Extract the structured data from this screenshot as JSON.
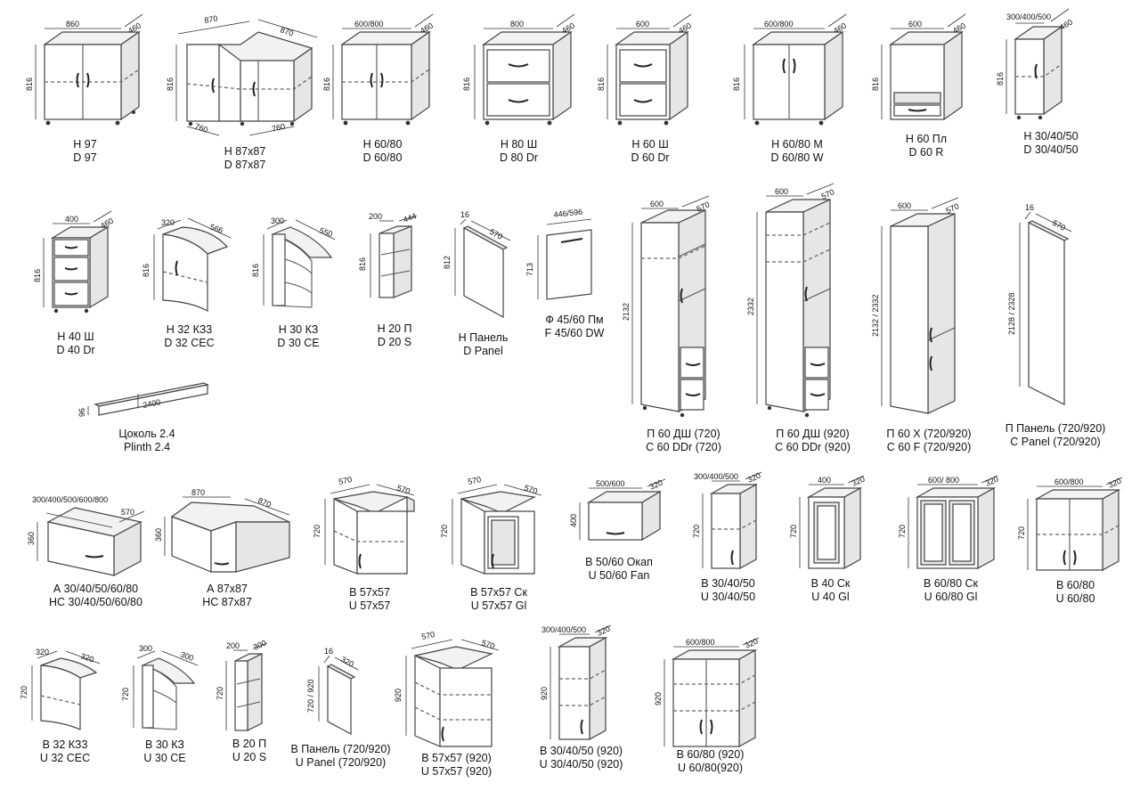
{
  "items": [
    {
      "id": "h97",
      "kind": "base",
      "w": "860",
      "d": "460",
      "h": "816",
      "code": "Н 97",
      "code2": "D 97"
    },
    {
      "id": "h87",
      "kind": "corner",
      "w": "870",
      "w2": "870",
      "d": "760",
      "d2": "760",
      "h": "816",
      "code": "Н 87х87",
      "code2": "D 87x87"
    },
    {
      "id": "h6080",
      "kind": "base",
      "w": "600/800",
      "d": "460",
      "h": "816",
      "code": "Н 60/80",
      "code2": "D 60/80"
    },
    {
      "id": "h80sh",
      "kind": "drawers",
      "w": "800",
      "d": "460",
      "h": "816",
      "code": "Н 80 Ш",
      "code2": "D 80 Dr"
    },
    {
      "id": "h60sh",
      "kind": "drawers",
      "w": "600",
      "d": "460",
      "h": "816",
      "code": "Н 60 Ш",
      "code2": "D 60 Dr"
    },
    {
      "id": "h6080m",
      "kind": "sink",
      "w": "600/800",
      "d": "460",
      "h": "816",
      "code": "Н 60/80 М",
      "code2": "D 60/80 W"
    },
    {
      "id": "h60pl",
      "kind": "oven",
      "w": "600",
      "d": "460",
      "h": "816",
      "code": "Н 60 Пл",
      "code2": "D 60 R"
    },
    {
      "id": "h304050",
      "kind": "base1",
      "w": "300/400/500",
      "d": "460",
      "h": "816",
      "code": "Н 30/40/50",
      "code2": "D 30/40/50"
    },
    {
      "id": "h40sh",
      "kind": "drawers3",
      "w": "400",
      "d": "460",
      "h": "816",
      "code": "Н 40 Ш",
      "code2": "D 40 Dr"
    },
    {
      "id": "h32kz",
      "kind": "curved",
      "w": "320",
      "d": "566",
      "h": "816",
      "code": "Н 32 КЗ3",
      "code2": "D 32 CEC"
    },
    {
      "id": "h30kz",
      "kind": "shelfend",
      "w": "300",
      "d": "550",
      "h": "816",
      "code": "Н 30 КЗ",
      "code2": "D 30 CE"
    },
    {
      "id": "h20p",
      "kind": "narrow",
      "w": "200",
      "d": "444",
      "h": "816",
      "code": "Н 20 П",
      "code2": "D 20 S"
    },
    {
      "id": "hpanel",
      "kind": "panel",
      "w": "16",
      "d": "570",
      "h": "812",
      "code": "Н Панель",
      "code2": "D Panel"
    },
    {
      "id": "f4560",
      "kind": "front",
      "w": "446/596",
      "h": "713",
      "code": "Ф 45/60 Пм",
      "code2": "F 45/60 DW"
    },
    {
      "id": "p60dsh720",
      "kind": "tall-oven",
      "w": "600",
      "d": "570",
      "h": "2132",
      "code": "П 60 ДШ (720)",
      "code2": "C 60 DDr (720)"
    },
    {
      "id": "p60dsh920",
      "kind": "tall-oven2",
      "w": "600",
      "d": "570",
      "h": "2332",
      "code": "П 60 ДШ (920)",
      "code2": "C 60 DDr (920)"
    },
    {
      "id": "p60x",
      "kind": "tall-fridge",
      "w": "600",
      "d": "570",
      "h": "2132 / 2332",
      "code": "П 60 Х (720/920)",
      "code2": "C 60 F (720/920)"
    },
    {
      "id": "ppanel",
      "kind": "tall-panel",
      "w": "16",
      "d": "570",
      "h": "2128 / 2328",
      "code": "П Панель (720/920)",
      "code2": "C Panel (720/920)"
    },
    {
      "id": "plinth",
      "kind": "plinth",
      "w": "2400",
      "h": "96",
      "code": "Цоколь 2.4",
      "code2": "Plinth  2.4"
    },
    {
      "id": "a3080",
      "kind": "hood-wide",
      "w": "300/400/500/600/800",
      "d": "570",
      "h": "360",
      "code": "А 30/40/50/60/80",
      "code2": "HC 30/40/50/60/80"
    },
    {
      "id": "a87",
      "kind": "hood-corner",
      "w": "870",
      "w2": "870",
      "h": "360",
      "code": "А 87х87",
      "code2": "HC 87x87"
    },
    {
      "id": "b57",
      "kind": "wall-corner",
      "w": "570",
      "w2": "570",
      "h": "720",
      "code": "В 57х57",
      "code2": "U 57x57"
    },
    {
      "id": "b57sk",
      "kind": "wall-corner-glass",
      "w": "570",
      "w2": "570",
      "h": "720",
      "code": "В 57х57 Ск",
      "code2": "U 57x57 Gl"
    },
    {
      "id": "b5060ok",
      "kind": "wall-flap",
      "w": "500/600",
      "d": "320",
      "h": "400",
      "code": "В 50/60 Окап",
      "code2": "U 50/60 Fan"
    },
    {
      "id": "b304050",
      "kind": "wall1",
      "w": "300/400/500",
      "d": "320",
      "h": "720",
      "code": "В 30/40/50",
      "code2": "U 30/40/50"
    },
    {
      "id": "b40sk",
      "kind": "wall-glass1",
      "w": "400",
      "d": "320",
      "h": "720",
      "code": "В 40 Ск",
      "code2": "U 40 Gl"
    },
    {
      "id": "b6080sk",
      "kind": "wall-glass2",
      "w": "600/ 800",
      "d": "320",
      "h": "720",
      "code": "В 60/80 Ск",
      "code2": "U 60/80 Gl"
    },
    {
      "id": "b6080",
      "kind": "wall2",
      "w": "600/800",
      "d": "320",
      "h": "720",
      "code": "В 60/80",
      "code2": "U 60/80"
    },
    {
      "id": "b32kz",
      "kind": "wall-curved",
      "w": "320",
      "d": "320",
      "h": "720",
      "code": "В 32 КЗ3",
      "code2": "U 32 CEC"
    },
    {
      "id": "b30kz",
      "kind": "wall-shelfend",
      "w": "300",
      "d": "300",
      "h": "720",
      "code": "В 30 КЗ",
      "code2": "U 30 CE"
    },
    {
      "id": "b20p",
      "kind": "wall-narrow",
      "w": "200",
      "d": "300",
      "h": "720",
      "code": "В 20 П",
      "code2": "U 20 S"
    },
    {
      "id": "bpanel",
      "kind": "wall-panel",
      "w": "16",
      "d": "320",
      "h": "720 / 920",
      "code": "В Панель (720/920)",
      "code2": "U Panel (720/920)"
    },
    {
      "id": "b57920",
      "kind": "wall-corner-tall",
      "w": "570",
      "w2": "570",
      "h": "920",
      "code": "В 57х57 (920)",
      "code2": "U 57x57 (920)"
    },
    {
      "id": "b304050920",
      "kind": "wall1-tall",
      "w": "300/400/500",
      "d": "320",
      "h": "920",
      "code": "В 30/40/50 (920)",
      "code2": "U 30/40/50 (920)"
    },
    {
      "id": "b6080920",
      "kind": "wall2-tall",
      "w": "600/800",
      "d": "320",
      "h": "920",
      "code": "В 60/80 (920)",
      "code2": "U 60/80(920)"
    }
  ]
}
